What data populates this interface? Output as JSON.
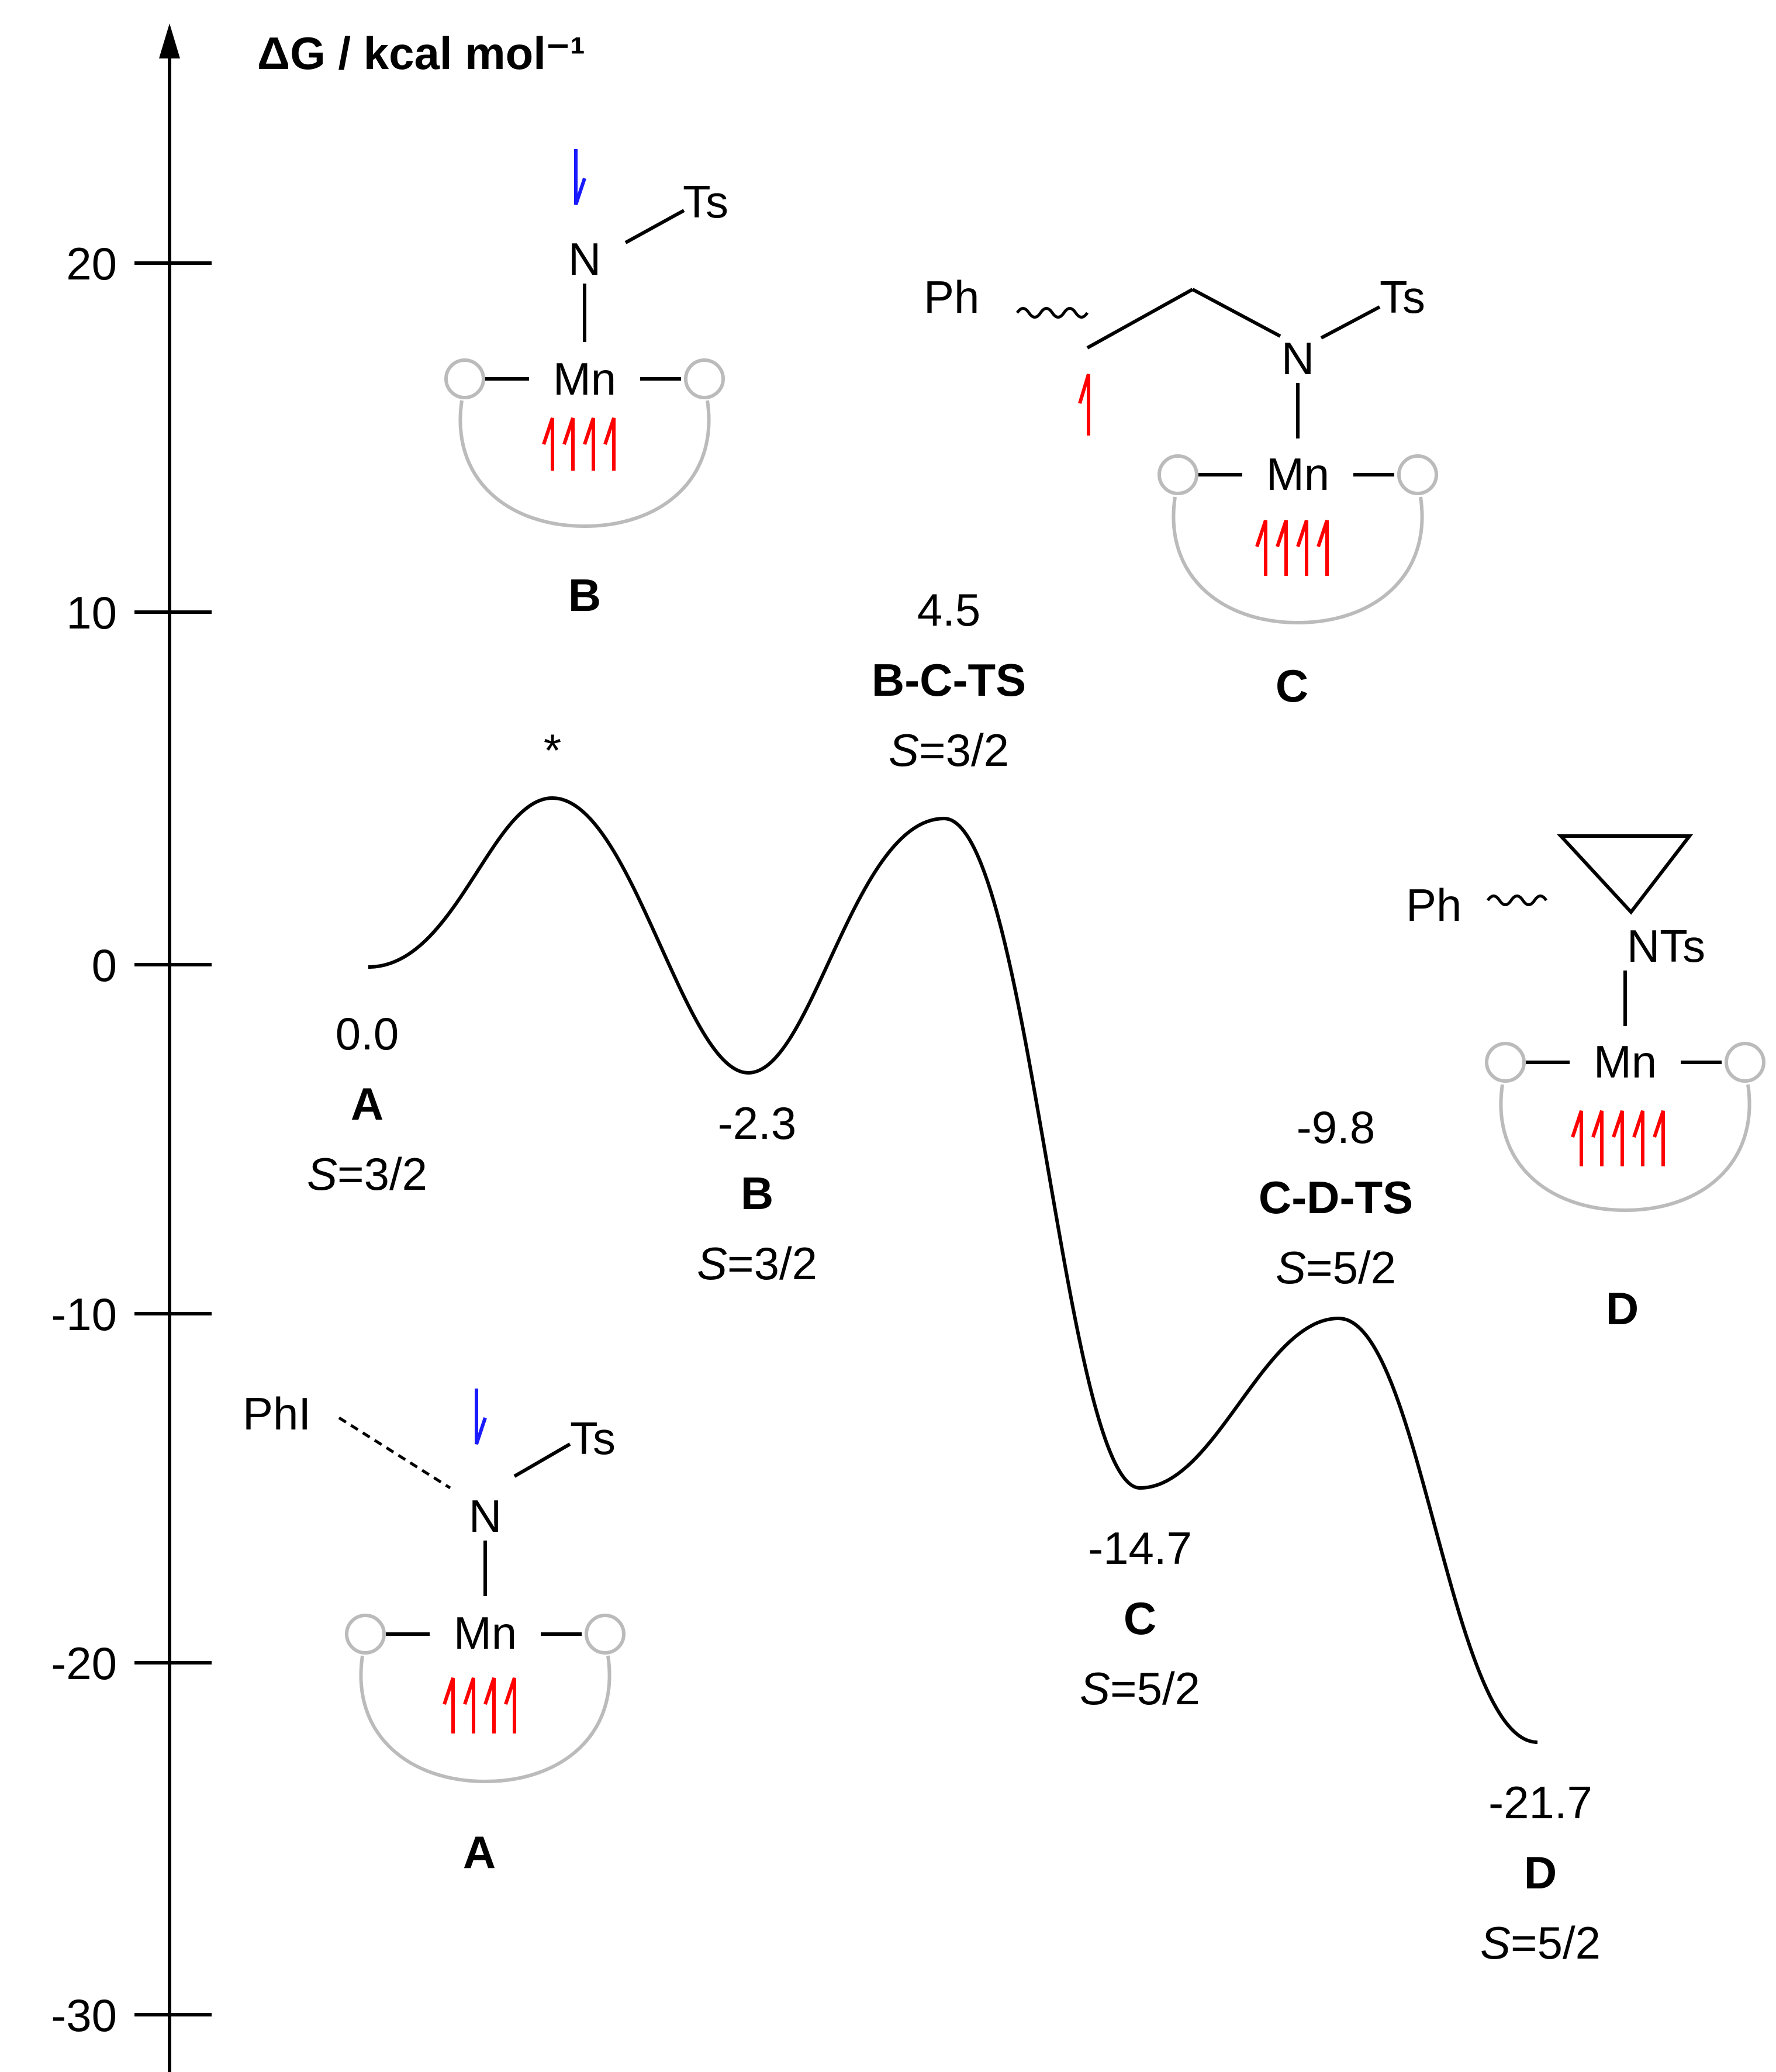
{
  "axis": {
    "y_title": "ΔG / kcal mol⁻¹",
    "ticks": [
      "20",
      "10",
      "0",
      "-10",
      "-20",
      "-30"
    ]
  },
  "states": [
    {
      "id": "A",
      "energy": "0.0",
      "name": "A",
      "spin_var": "S",
      "spin_val": "=3/2"
    },
    {
      "id": "B",
      "energy": "-2.3",
      "name": "B",
      "spin_var": "S",
      "spin_val": "=3/2"
    },
    {
      "id": "BCTS",
      "energy": "4.5",
      "name": "B-C-TS",
      "spin_var": "S",
      "spin_val": "=3/2"
    },
    {
      "id": "C",
      "energy": "-14.7",
      "name": "C",
      "spin_var": "S",
      "spin_val": "=5/2"
    },
    {
      "id": "CDTS",
      "energy": "-9.8",
      "name": "C-D-TS",
      "spin_var": "S",
      "spin_val": "=5/2"
    },
    {
      "id": "D",
      "energy": "-21.7",
      "name": "D",
      "spin_var": "S",
      "spin_val": "=5/2"
    }
  ],
  "first_ts_mark": "*",
  "structures": {
    "A": {
      "label": "A",
      "phi": "PhI",
      "n": "N",
      "ts": "Ts",
      "mn": "Mn"
    },
    "B": {
      "label": "B",
      "n": "N",
      "ts": "Ts",
      "mn": "Mn"
    },
    "C": {
      "label": "C",
      "ph": "Ph",
      "n": "N",
      "ts": "Ts",
      "mn": "Mn"
    },
    "D": {
      "label": "D",
      "ph": "Ph",
      "nts": "NTs",
      "mn": "Mn"
    }
  },
  "colors": {
    "spin_up": "#ff0000",
    "spin_down": "#1a1aff",
    "ring": "#bbbbbb",
    "line": "#000000"
  }
}
